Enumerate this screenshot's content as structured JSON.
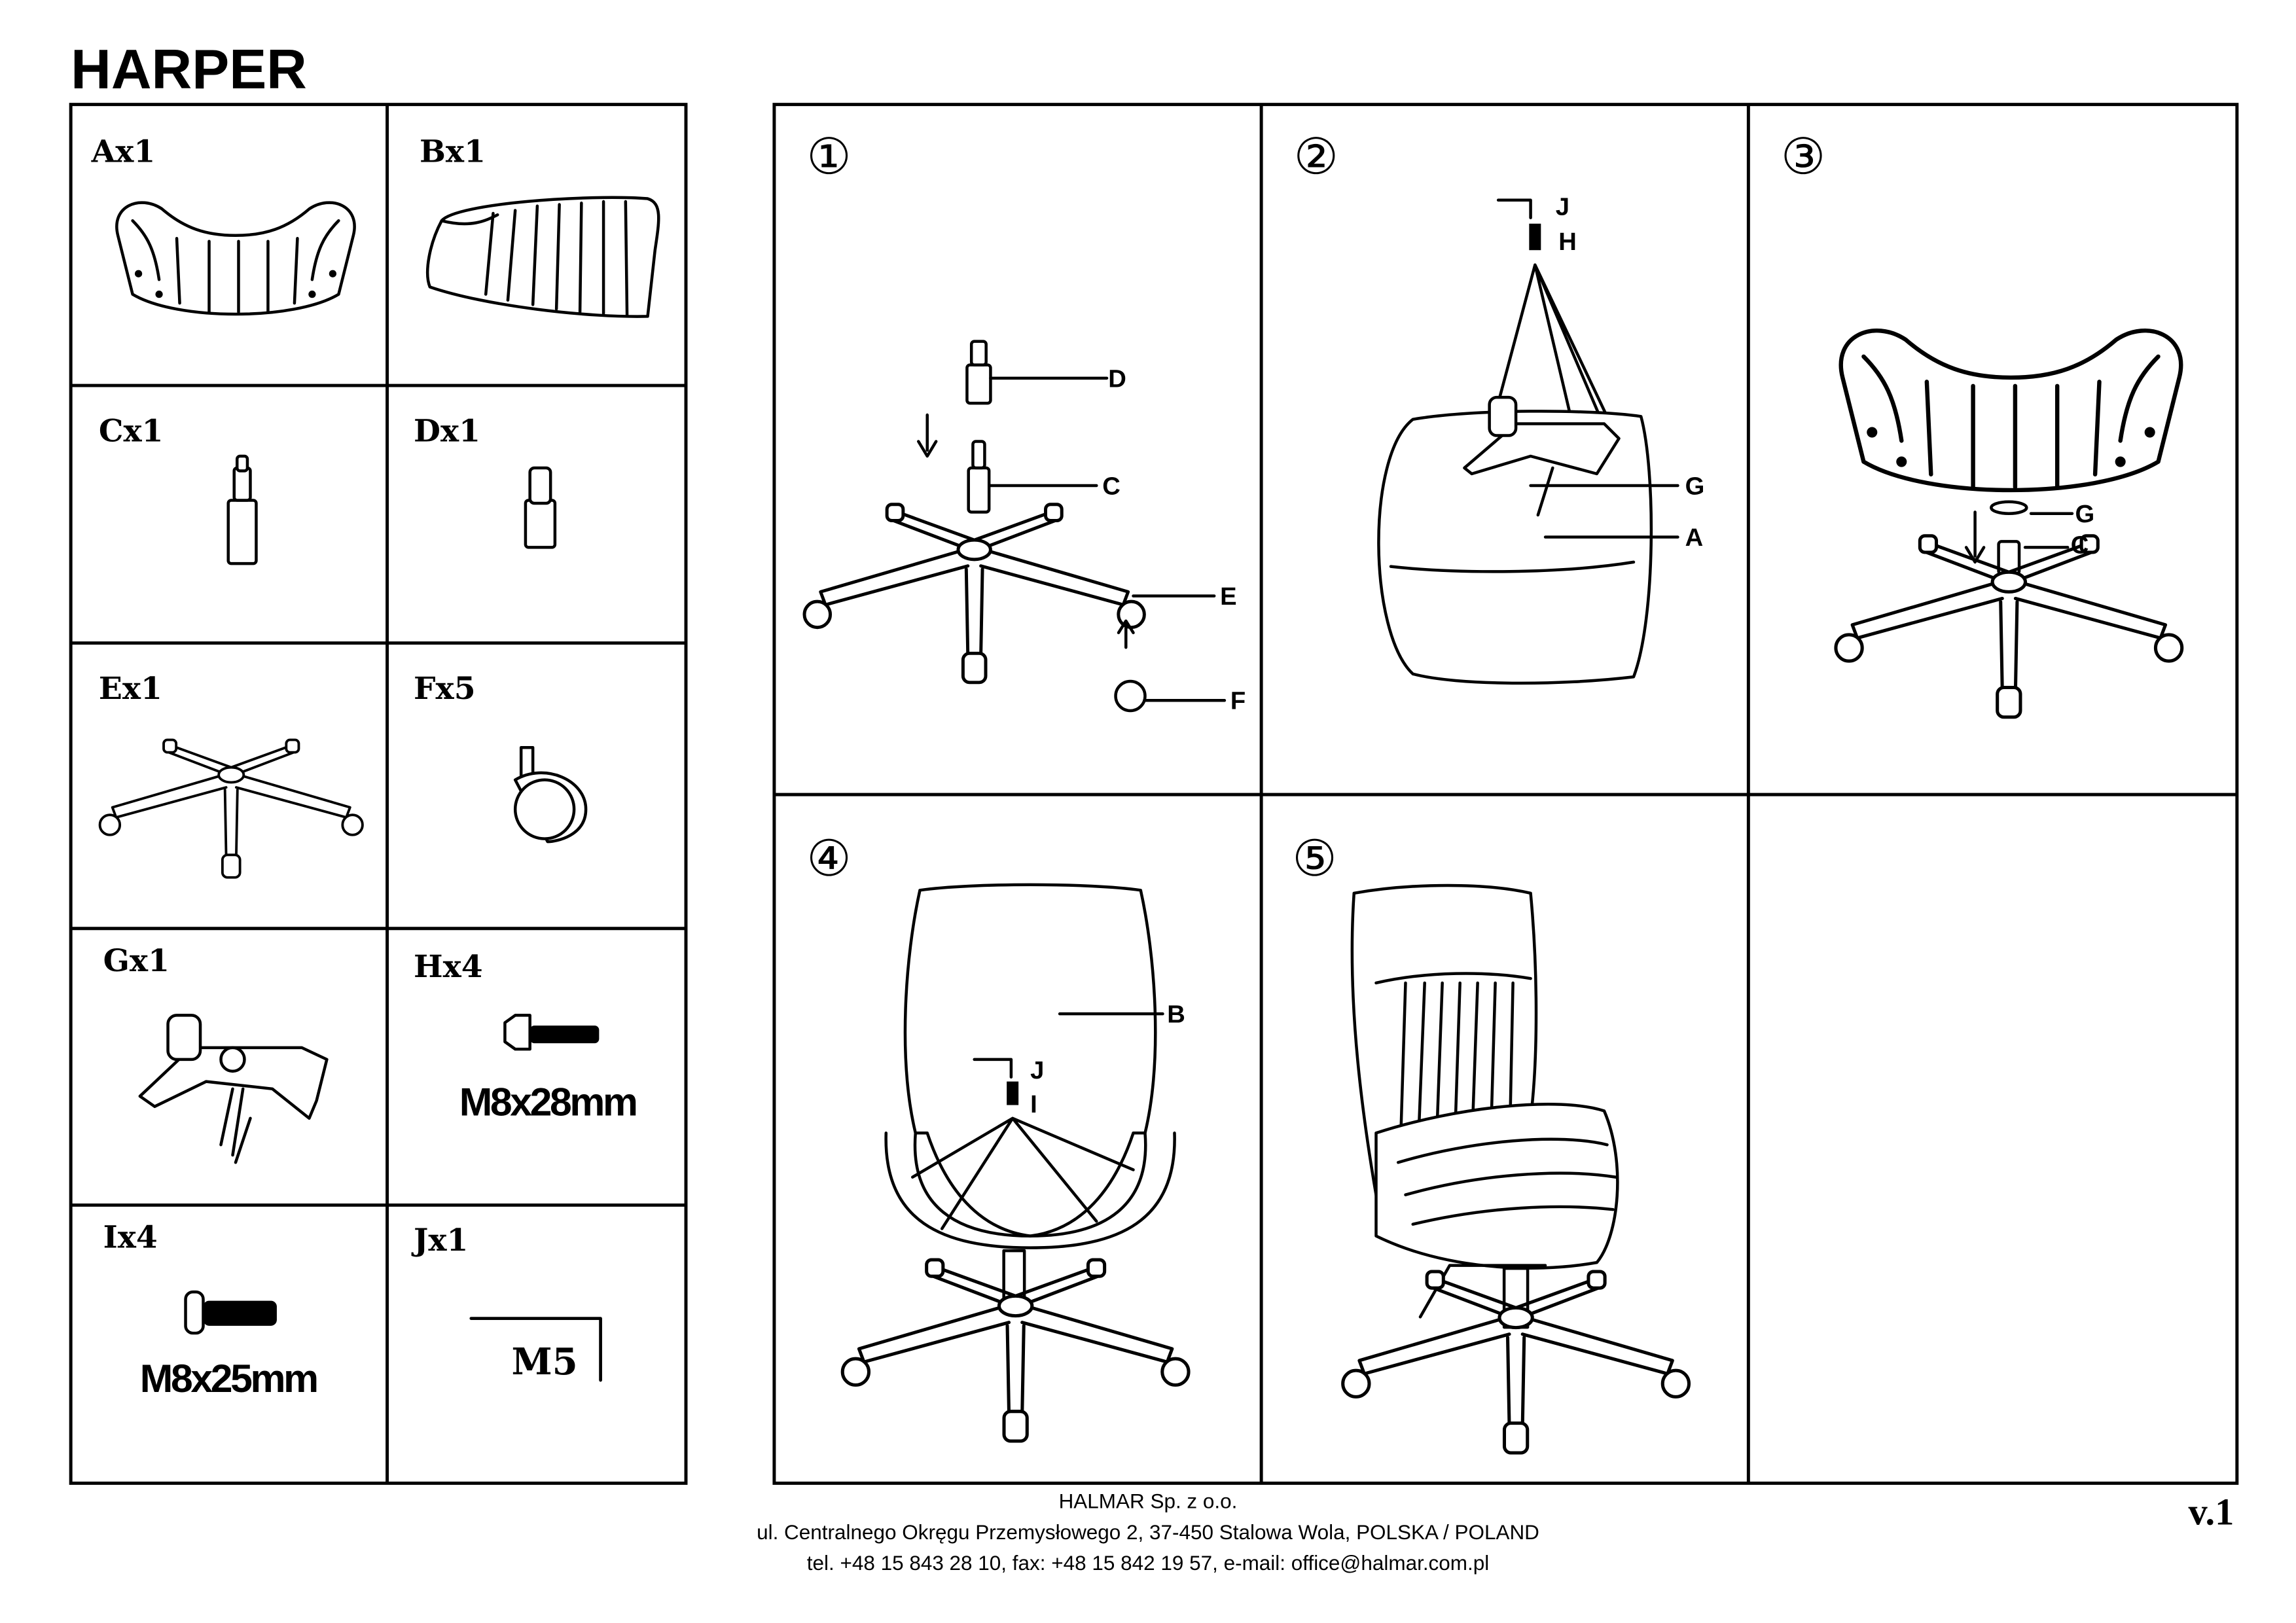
{
  "title": "HARPER",
  "parts": [
    {
      "label": "Ax1"
    },
    {
      "label": "Bx1"
    },
    {
      "label": "Cx1"
    },
    {
      "label": "Dx1"
    },
    {
      "label": "Ex1"
    },
    {
      "label": "Fx5"
    },
    {
      "label": "Gx1"
    },
    {
      "label": "Hx4",
      "spec": "M8x28mm"
    },
    {
      "label": "Ix4",
      "spec": "M8x25mm"
    },
    {
      "label": "Jx1",
      "spec": "M5"
    }
  ],
  "steps": [
    {
      "number": "①",
      "callouts": [
        "D",
        "C",
        "E",
        "F"
      ]
    },
    {
      "number": "②",
      "callouts": [
        "J",
        "H",
        "G",
        "A"
      ]
    },
    {
      "number": "③",
      "callouts": [
        "G",
        "C"
      ]
    },
    {
      "number": "④",
      "callouts": [
        "J",
        "I",
        "B"
      ]
    },
    {
      "number": "⑤",
      "callouts": []
    }
  ],
  "footer": {
    "company": "HALMAR Sp. z o.o.",
    "address": "ul. Centralnego Okręgu Przemysłowego 2, 37-450 Stalowa Wola, POLSKA / POLAND",
    "contact": "tel. +48 15 843 28 10, fax: +48 15 842 19 57, e-mail: office@halmar.com.pl"
  },
  "version": "v.1"
}
